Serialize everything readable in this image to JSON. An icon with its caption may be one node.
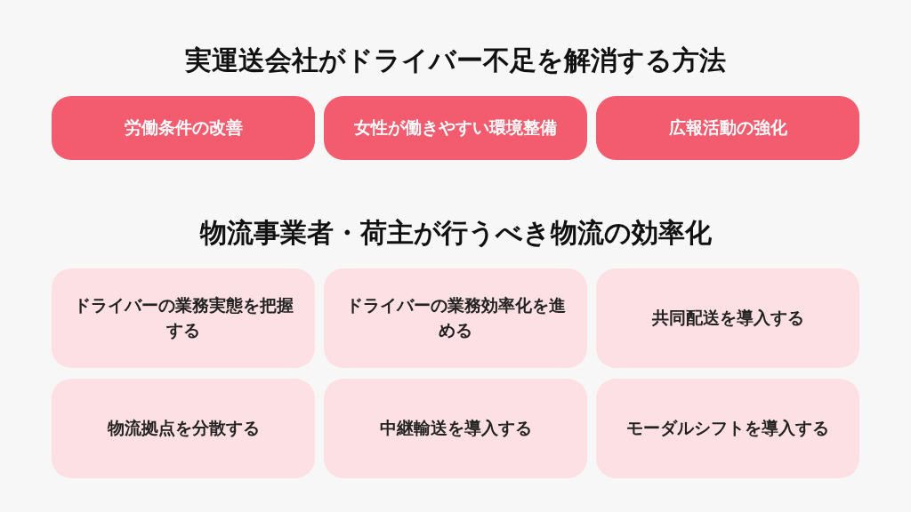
{
  "diagram": {
    "title": "実運送会社がドライバー不足を解消する方法",
    "nodes": [
      {
        "text": [
          "労働条件の改善"
        ]
      },
      {
        "text": [
          "女性が働きやすい環境整備"
        ]
      },
      {
        "text": [
          "広報活動の強化"
        ]
      },
      {
        "text": [
          "ドライバーの業務実態を把握する"
        ]
      },
      {
        "text": [
          "ドライバーの業務効率化を進める"
        ]
      },
      {
        "text": [
          "共同配送を導入する"
        ]
      },
      {
        "text": [
          "物流拠点を分散する"
        ]
      },
      {
        "text": [
          "中継輸送を導入する"
        ]
      },
      {
        "text": [
          "モーダルシフトを導入する"
        ]
      }
    ],
    "labels": [
      "物流事業者・荷主が行うべき物流の効率化"
    ]
  }
}
